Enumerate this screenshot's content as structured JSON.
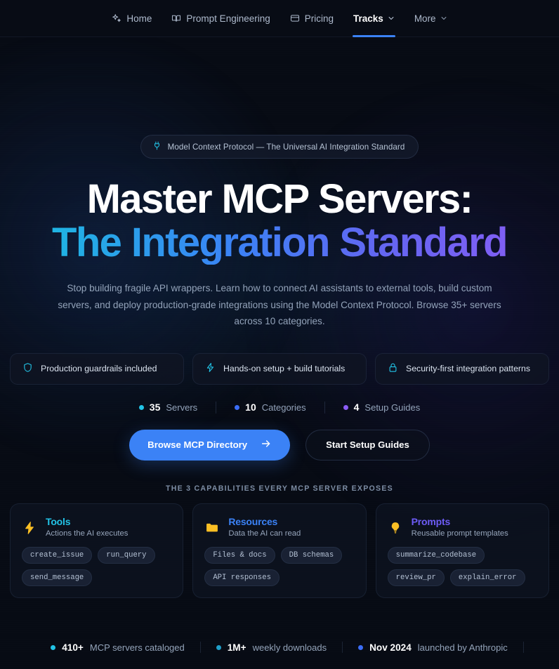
{
  "nav": {
    "items": [
      {
        "label": "Home",
        "icon": "sparkles-icon",
        "active": false,
        "caret": false
      },
      {
        "label": "Prompt Engineering",
        "icon": "book-icon",
        "active": false,
        "caret": false
      },
      {
        "label": "Pricing",
        "icon": "credit-card-icon",
        "active": false,
        "caret": false
      },
      {
        "label": "Tracks",
        "icon": "",
        "active": true,
        "caret": true
      },
      {
        "label": "More",
        "icon": "",
        "active": false,
        "caret": true
      }
    ],
    "active_underline_color": "#3b82f6"
  },
  "hero": {
    "badge": {
      "icon": "plug-icon",
      "icon_color": "#22c3e6",
      "text": "Model Context Protocol — The Universal AI Integration Standard"
    },
    "title_line1": "Master MCP Servers:",
    "title_line2": "The Integration Standard",
    "title_gradient_from": "#17c3dd",
    "title_gradient_to": "#8b5cf6",
    "subtitle": "Stop building fragile API wrappers. Learn how to connect AI assistants to external tools, build custom servers, and deploy production-grade integrations using the Model Context Protocol. Browse 35+ servers across 10 categories."
  },
  "pills": [
    {
      "icon": "shield-icon",
      "icon_color": "#22c3e6",
      "label": "Production guardrails included"
    },
    {
      "icon": "zap-icon",
      "icon_color": "#22c3e6",
      "label": "Hands-on setup + build tutorials"
    },
    {
      "icon": "lock-icon",
      "icon_color": "#22c3e6",
      "label": "Security-first integration patterns"
    }
  ],
  "stats": [
    {
      "value": "35",
      "label": "Servers",
      "color": "#22c3e6"
    },
    {
      "value": "10",
      "label": "Categories",
      "color": "#3b6df6"
    },
    {
      "value": "4",
      "label": "Setup Guides",
      "color": "#8b5cf6"
    }
  ],
  "ctas": {
    "primary_label": "Browse MCP Directory",
    "primary_icon": "arrow-right-icon",
    "primary_color": "#3b82f6",
    "secondary_label": "Start Setup Guides"
  },
  "capabilities": {
    "heading": "THE 3 CAPABILITIES EVERY MCP SERVER EXPOSES",
    "cards": [
      {
        "icon": "lightning-bolt-icon",
        "icon_color": "#fbbf24",
        "title": "Tools",
        "title_color": "#22c3e6",
        "subtitle": "Actions the AI executes",
        "chips": [
          "create_issue",
          "run_query",
          "send_message"
        ]
      },
      {
        "icon": "folder-icon",
        "icon_color": "#fbbf24",
        "title": "Resources",
        "title_color": "#3b82f6",
        "subtitle": "Data the AI can read",
        "chips": [
          "Files & docs",
          "DB schemas",
          "API responses"
        ]
      },
      {
        "icon": "lightbulb-icon",
        "icon_color": "#fbbf24",
        "title": "Prompts",
        "title_color": "#6d5cf6",
        "subtitle": "Reusable prompt templates",
        "chips": [
          "summarize_codebase",
          "review_pr",
          "explain_error"
        ]
      }
    ]
  },
  "marquee": [
    {
      "value": "410+",
      "label": "MCP servers cataloged",
      "color": "#22c3e6"
    },
    {
      "value": "1M+",
      "label": "weekly downloads",
      "color": "#1f9fc9"
    },
    {
      "value": "Nov 2024",
      "label": "launched by Anthropic",
      "color": "#3b6df6"
    }
  ]
}
